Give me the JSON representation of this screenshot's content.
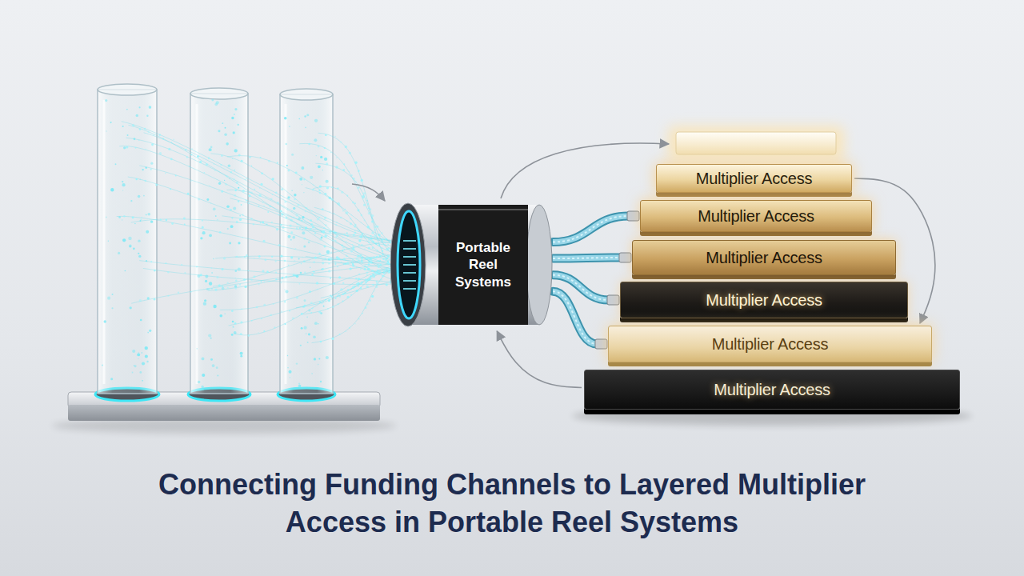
{
  "diagram": {
    "title": "Connecting Funding Channels to Layered Multiplier Access in Portable Reel Systems",
    "nodes": [
      {
        "text": [
          "Portable Reel Systems"
        ]
      },
      {
        "text": [
          "Multiplier Access"
        ]
      },
      {
        "text": [
          "Multiplier Access"
        ]
      },
      {
        "text": [
          "Multiplier Access"
        ]
      },
      {
        "text": [
          "Multiplier Access"
        ]
      },
      {
        "text": [
          "Multiplier Access"
        ]
      },
      {
        "text": [
          "Multiplier Access"
        ]
      }
    ],
    "edges": [
      {
        "from": 0,
        "to": 2,
        "arrow": "none"
      },
      {
        "from": 0,
        "to": 3,
        "arrow": "none"
      },
      {
        "from": 0,
        "to": 4,
        "arrow": "none"
      },
      {
        "from": 0,
        "to": 5,
        "arrow": "none"
      },
      {
        "from": 1,
        "to": 5,
        "arrow": "to"
      },
      {
        "from": 6,
        "to": 0,
        "arrow": "to"
      }
    ]
  }
}
